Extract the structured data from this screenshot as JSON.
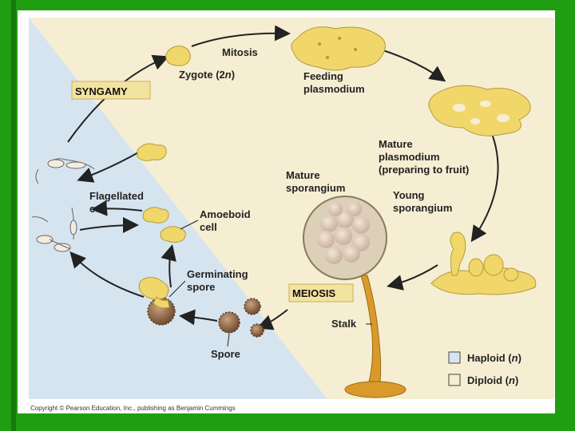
{
  "labels": {
    "mitosis": "Mitosis",
    "zygote_prefix": "Zygote (2",
    "zygote_n": "n",
    "zygote_suffix": ")",
    "feeding_1": "Feeding",
    "feeding_2": "plasmodium",
    "syngamy": "SYNGAMY",
    "mature_plasmodium_1": "Mature",
    "mature_plasmodium_2": "plasmodium",
    "mature_plasmodium_3": "(preparing to fruit)",
    "mature_sporangium_1": "Mature",
    "mature_sporangium_2": "sporangium",
    "young_sporangium_1": "Young",
    "young_sporangium_2": "sporangium",
    "flagellated_1": "Flagellated",
    "flagellated_2": "cell",
    "amoeboid_1": "Amoeboid",
    "amoeboid_2": "cell",
    "germinating_1": "Germinating",
    "germinating_2": "spore",
    "meiosis": "MEIOSIS",
    "stalk": "Stalk",
    "spore": "Spore"
  },
  "legend": {
    "haploid_prefix": "Haploid (",
    "haploid_n": "n",
    "haploid_suffix": ")",
    "diploid_prefix": "Diploid (",
    "diploid_n": "n",
    "diploid_suffix": ")"
  },
  "copyright": "Copyright © Pearson Education, Inc., publishing as Benjamin Cummings",
  "colors": {
    "background_green": "#1f9e12",
    "haploid_blue": "#d6e4ef",
    "diploid_cream": "#f6eed3",
    "plasmodium_yellow": "#f1d76a",
    "stalk_orange": "#d99a2b",
    "spore_brown": "#8a6446",
    "label_box_yellow": "#f3e3a0"
  }
}
